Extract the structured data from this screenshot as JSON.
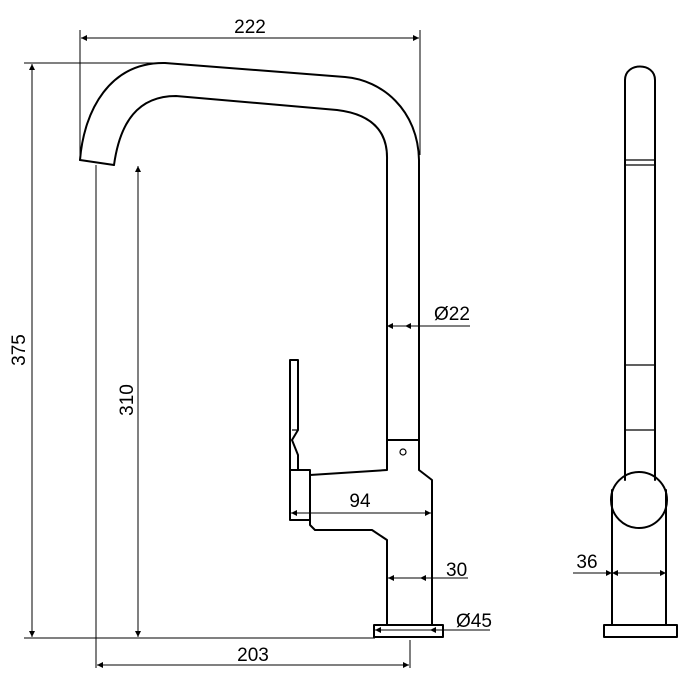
{
  "dimensions": {
    "overall_width": "222",
    "overall_height": "375",
    "spout_height": "310",
    "spout_diameter": "Ø22",
    "handle_depth": "94",
    "base_body_width": "30",
    "base_diameter": "Ø45",
    "spout_reach": "203",
    "side_width": "36"
  }
}
